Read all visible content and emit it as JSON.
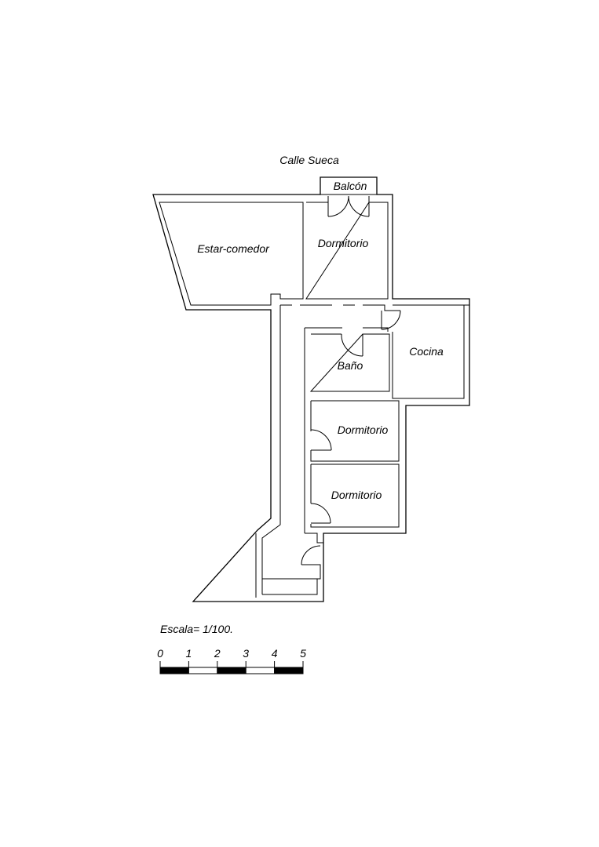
{
  "plan": {
    "street": "Calle Sueca",
    "rooms": {
      "balcony": "Balcón",
      "living_dining": "Estar-comedor",
      "bedroom_front": "Dormitorio",
      "kitchen": "Cocina",
      "bathroom": "Baño",
      "bedroom_middle": "Dormitorio",
      "bedroom_back": "Dormitorio"
    }
  },
  "scale": {
    "title": "Escala= 1/100.",
    "ticks": [
      "0",
      "1",
      "2",
      "3",
      "4",
      "5"
    ],
    "segment_fills": [
      "#000000",
      "#ffffff",
      "#000000",
      "#ffffff",
      "#000000"
    ]
  }
}
